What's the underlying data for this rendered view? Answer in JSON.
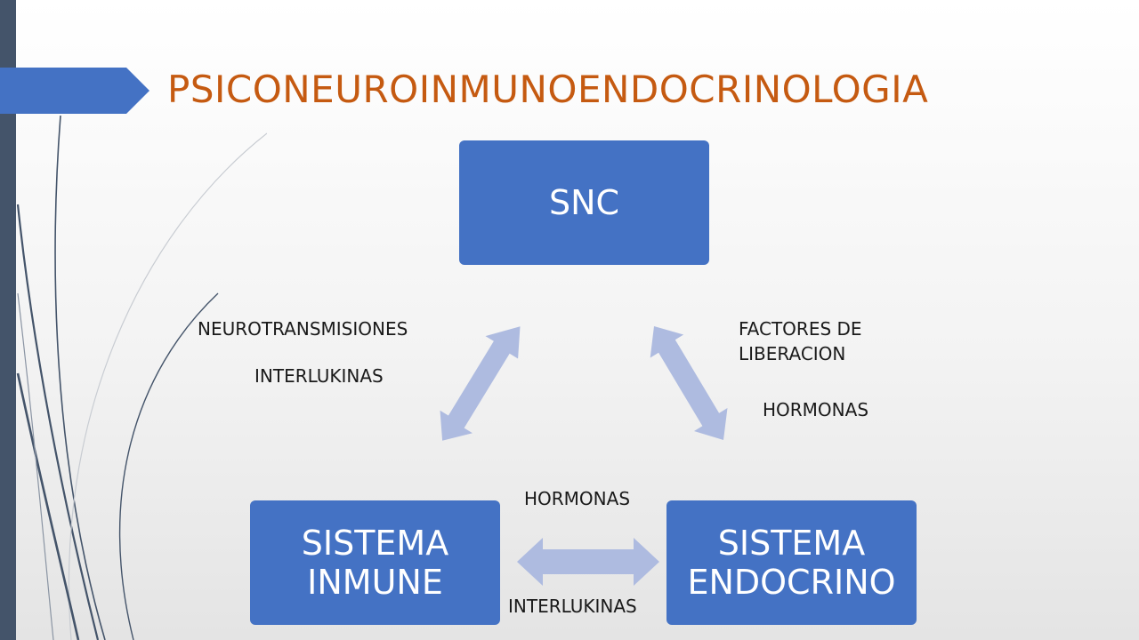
{
  "title": "PSICONEUROINMUNOENDOCRINOLOGIA",
  "colors": {
    "title": "#c55a11",
    "box_fill": "#4472c4",
    "arrow_fill": "#aebbe0",
    "sidebar": "#44546a",
    "accent_arrow": "#4472c4"
  },
  "nodes": {
    "snc": "SNC",
    "inmune": "SISTEMA INMUNE",
    "endocrino": "SISTEMA ENDOCRINO"
  },
  "labels": {
    "neurotransmisiones": "NEUROTRANSMISIONES",
    "interlukinas_left": "INTERLUKINAS",
    "factores": "FACTORES DE LIBERACION",
    "hormonas_right": "HORMONAS",
    "hormonas_bottom": "HORMONAS",
    "interlukinas_bottom": "INTERLUKINAS"
  },
  "connections": [
    {
      "from": "SNC",
      "to": "SISTEMA INMUNE",
      "type": "bidirectional"
    },
    {
      "from": "SNC",
      "to": "SISTEMA ENDOCRINO",
      "type": "bidirectional"
    },
    {
      "from": "SISTEMA INMUNE",
      "to": "SISTEMA ENDOCRINO",
      "type": "bidirectional"
    }
  ]
}
